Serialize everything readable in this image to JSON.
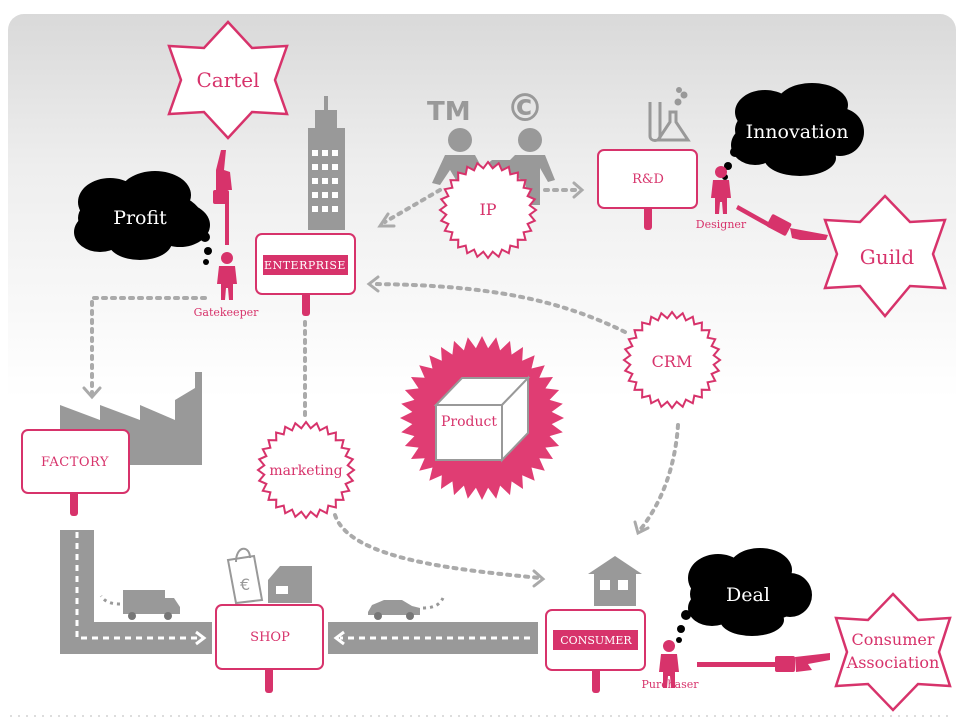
{
  "colors": {
    "accent": "#d7336b",
    "gray": "#999999",
    "dotted": "#aaaaaa",
    "dark": "#000000",
    "product_fill": "#e03d73"
  },
  "stars": {
    "cartel": "Cartel",
    "guild": "Guild",
    "ip": "IP",
    "crm": "CRM",
    "marketing": "marketing",
    "product": "Product",
    "consumer_association_line1": "Consumer",
    "consumer_association_line2": "Association"
  },
  "clouds": {
    "profit": "Profit",
    "innovation": "Innovation",
    "deal": "Deal"
  },
  "signs": {
    "enterprise": "ENTERPRISE",
    "rnd": "R&D",
    "factory": "FACTORY",
    "shop": "SHOP",
    "consumer": "CONSUMER"
  },
  "people": {
    "gatekeeper": "Gatekeeper",
    "designer": "Designer",
    "purchaser": "Purchaser"
  },
  "ip_marks": {
    "trademark": "TM",
    "copyright": "©"
  },
  "icons": {
    "skyscraper": "skyscraper-icon",
    "factory_building": "factory-icon",
    "lab": "lab-flask-icon",
    "shopping_bag": "shopping-bag-euro-icon",
    "shopfront": "shopfront-icon",
    "house": "house-icon",
    "truck": "truck-icon",
    "car": "car-icon",
    "handshake": "handshake-icon",
    "pointing_hand": "pointing-hand-icon",
    "raised_hand": "raised-hand-icon",
    "box": "box-icon"
  }
}
